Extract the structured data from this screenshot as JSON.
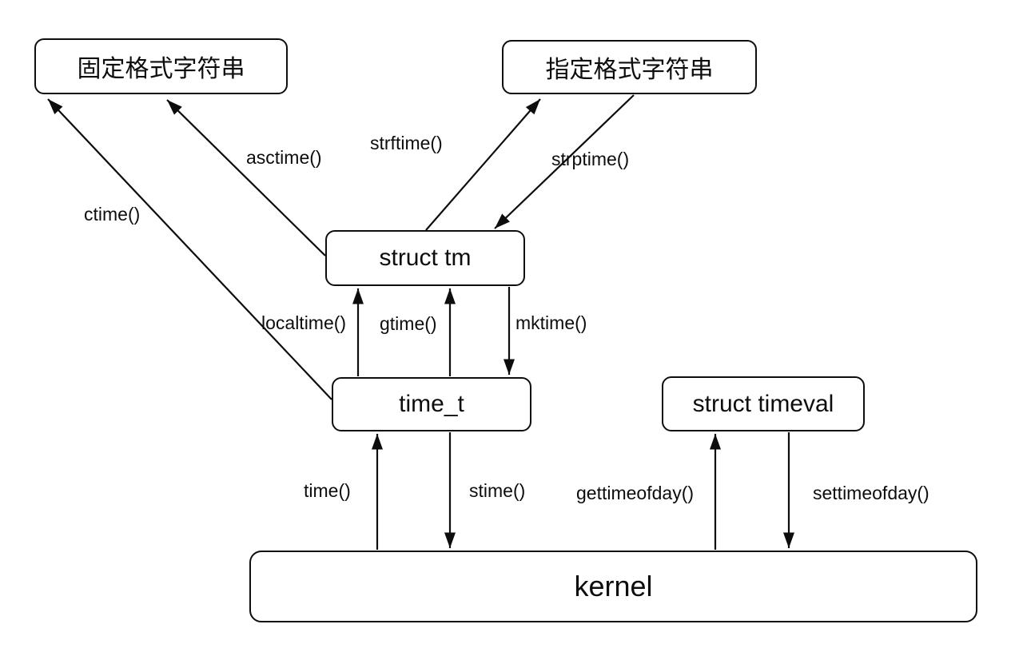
{
  "diagram": {
    "description": "Unix/Linux time conversion functions diagram",
    "nodes": {
      "fixed_format_string": {
        "label": "固定格式字符串"
      },
      "specified_format_string": {
        "label": "指定格式字符串"
      },
      "struct_tm": {
        "label": "struct tm"
      },
      "time_t": {
        "label": "time_t"
      },
      "struct_timeval": {
        "label": "struct timeval"
      },
      "kernel": {
        "label": "kernel"
      }
    },
    "edges": {
      "ctime": {
        "label": "ctime()",
        "from": "time_t",
        "to": "fixed_format_string"
      },
      "asctime": {
        "label": "asctime()",
        "from": "struct_tm",
        "to": "fixed_format_string"
      },
      "strftime": {
        "label": "strftime()",
        "from": "struct_tm",
        "to": "specified_format_string"
      },
      "strptime": {
        "label": "strptime()",
        "from": "specified_format_string",
        "to": "struct_tm"
      },
      "localtime": {
        "label": "localtime()",
        "from": "time_t",
        "to": "struct_tm"
      },
      "gtime": {
        "label": "gtime()",
        "from": "time_t",
        "to": "struct_tm"
      },
      "mktime": {
        "label": "mktime()",
        "from": "struct_tm",
        "to": "time_t"
      },
      "time": {
        "label": "time()",
        "from": "kernel",
        "to": "time_t"
      },
      "stime": {
        "label": "stime()",
        "from": "time_t",
        "to": "kernel"
      },
      "gettimeofday": {
        "label": "gettimeofday()",
        "from": "kernel",
        "to": "struct_timeval"
      },
      "settimeofday": {
        "label": "settimeofday()",
        "from": "struct_timeval",
        "to": "kernel"
      }
    },
    "colors": {
      "line": "#0d0d0d",
      "background": "#ffffff",
      "text": "#0d0d0d"
    }
  }
}
